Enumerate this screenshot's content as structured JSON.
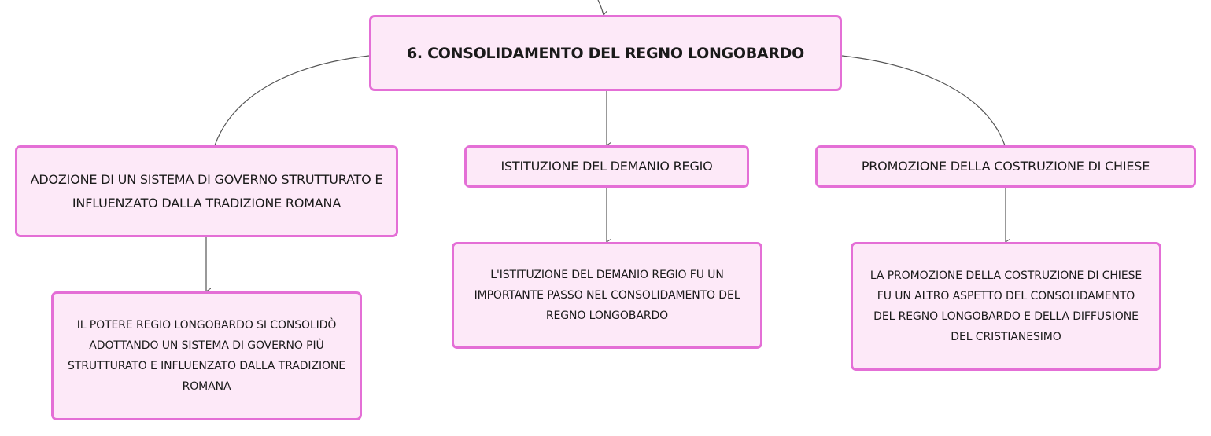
{
  "root": {
    "label": "6. CONSOLIDAMENTO DEL REGNO LONGOBARDO"
  },
  "branches": [
    {
      "label": "ADOZIONE DI UN SISTEMA DI GOVERNO STRUTTURATO E INFLUENZATO DALLA TRADIZIONE ROMANA",
      "detail": "IL POTERE REGIO LONGOBARDO SI CONSOLIDÒ ADOTTANDO UN SISTEMA DI GOVERNO PIÙ STRUTTURATO E INFLUENZATO DALLA TRADIZIONE ROMANA"
    },
    {
      "label": "ISTITUZIONE DEL DEMANIO REGIO",
      "detail": "L'ISTITUZIONE DEL DEMANIO REGIO FU UN IMPORTANTE PASSO NEL CONSOLIDAMENTO DEL REGNO LONGOBARDO"
    },
    {
      "label": "PROMOZIONE DELLA COSTRUZIONE DI CHIESE",
      "detail": "LA PROMOZIONE DELLA COSTRUZIONE DI CHIESE FU UN ALTRO ASPETTO DEL CONSOLIDAMENTO DEL REGNO LONGOBARDO E DELLA DIFFUSIONE DEL CRISTIANESIMO"
    }
  ],
  "colors": {
    "node_fill": "#fde9f8",
    "node_border": "#e46fd6",
    "connector": "#555555"
  }
}
